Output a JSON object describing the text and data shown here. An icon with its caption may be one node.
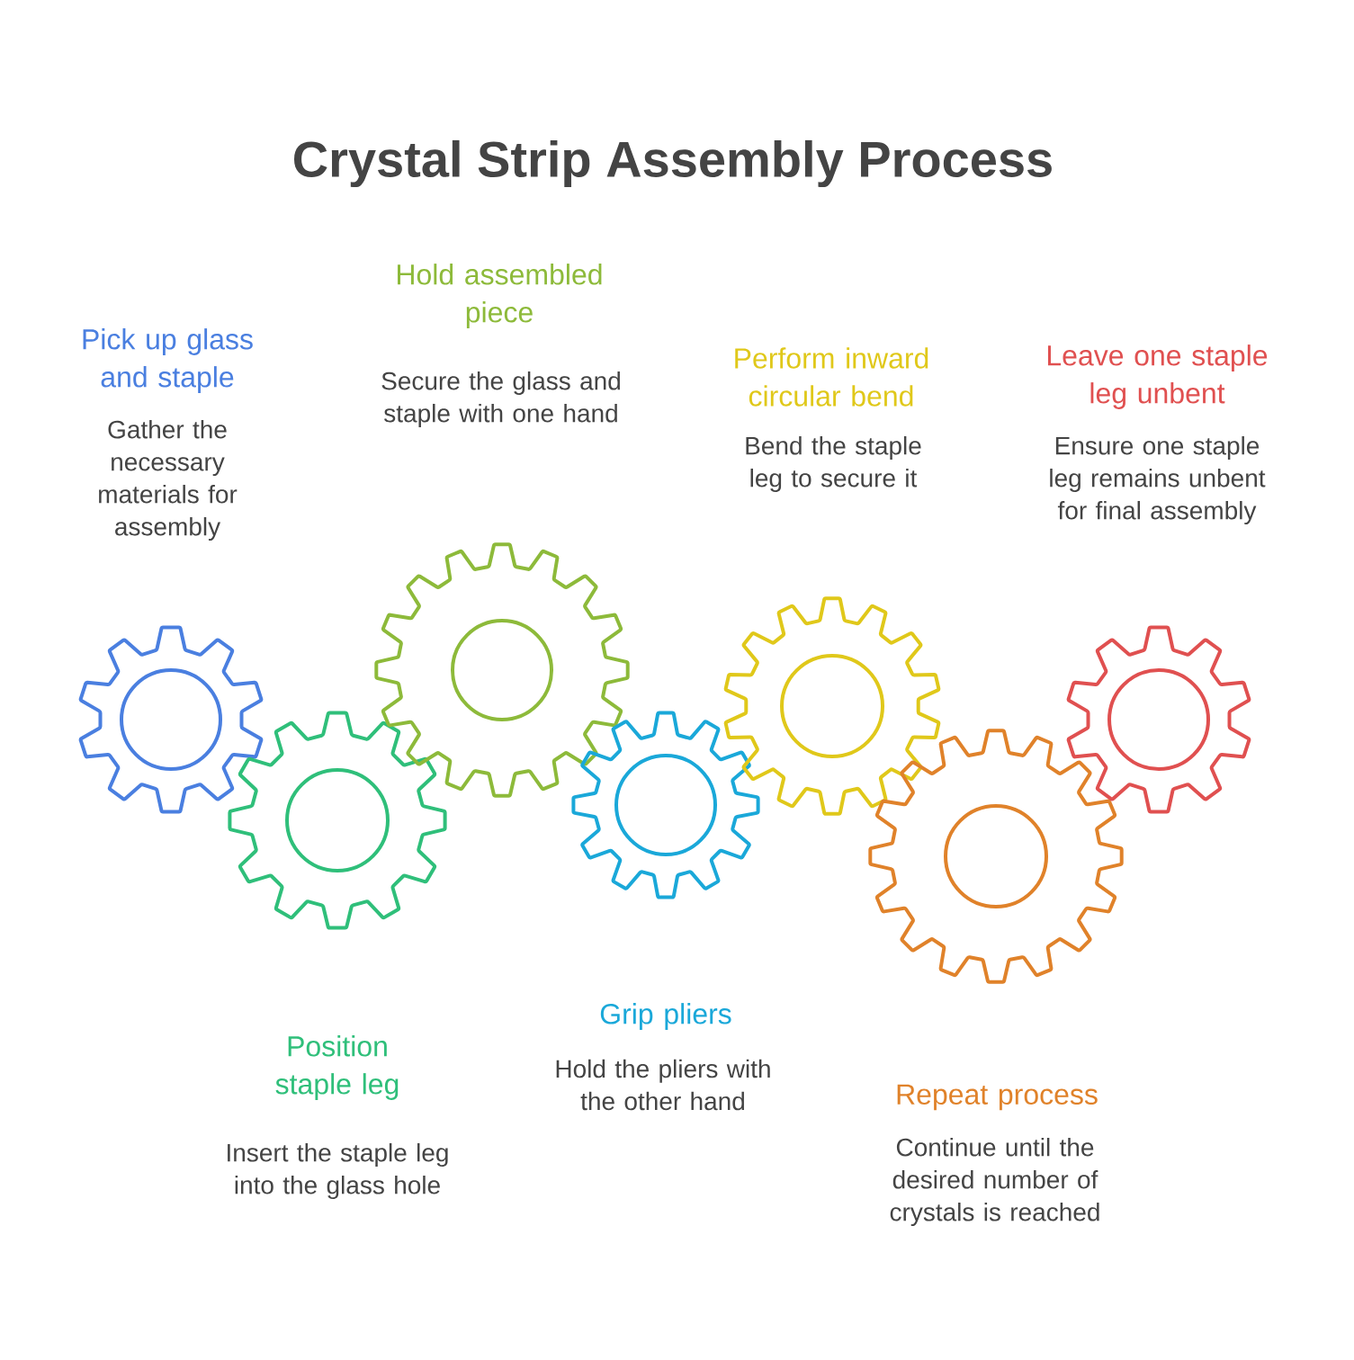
{
  "diagram": {
    "title": "Crystal Strip Assembly Process",
    "nodes": [
      {
        "text": [],
        "shape": "gear",
        "beside": [
          "Pick up glass and staple",
          "Gather the necessary materials for assembly"
        ]
      },
      {
        "text": [],
        "shape": "gear",
        "beside": [
          "Position staple leg",
          "Insert the staple leg into the glass hole"
        ]
      },
      {
        "text": [],
        "shape": "gear",
        "beside": [
          "Hold assembled piece",
          "Secure the glass and staple with one hand"
        ]
      },
      {
        "text": [],
        "shape": "gear",
        "beside": [
          "Grip pliers",
          "Hold the pliers with the other hand"
        ]
      },
      {
        "text": [],
        "shape": "gear",
        "beside": [
          "Perform inward circular bend",
          "Bend the staple leg to secure it"
        ]
      },
      {
        "text": [],
        "shape": "gear",
        "beside": [
          "Repeat process",
          "Continue until the desired number of crystals is reached"
        ]
      },
      {
        "text": [],
        "shape": "gear",
        "beside": [
          "Leave one staple leg unbent",
          "Ensure one staple leg remains unbent for final assembly"
        ]
      }
    ]
  }
}
